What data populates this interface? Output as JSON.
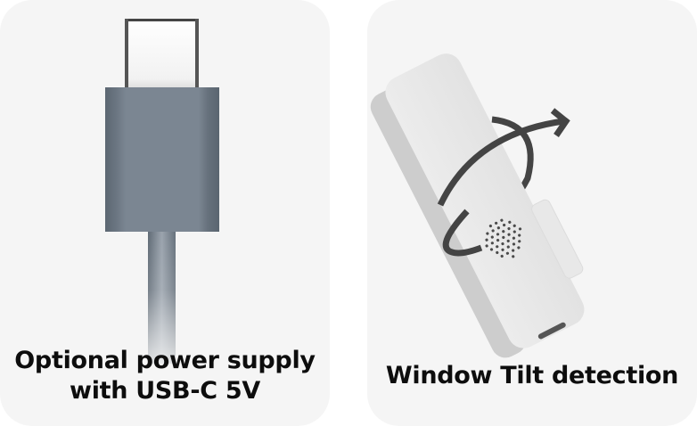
{
  "cards": [
    {
      "id": "power-supply",
      "illustration": "usb-c-connector-icon",
      "caption_lines": [
        "Optional power supply",
        "with USB-C 5V"
      ]
    },
    {
      "id": "window-tilt",
      "illustration": "tilt-sensor-device-icon",
      "caption_lines": [
        "Window Tilt detection"
      ]
    }
  ],
  "colors": {
    "card_background": "#f5f5f5",
    "page_background": "#ffffff",
    "caption_text": "#0d0d0d",
    "connector_housing": "#6e7a86",
    "connector_tip": "#f4f4f4",
    "device_body": "#e6e6e6",
    "rotation_arrow": "#444444"
  }
}
